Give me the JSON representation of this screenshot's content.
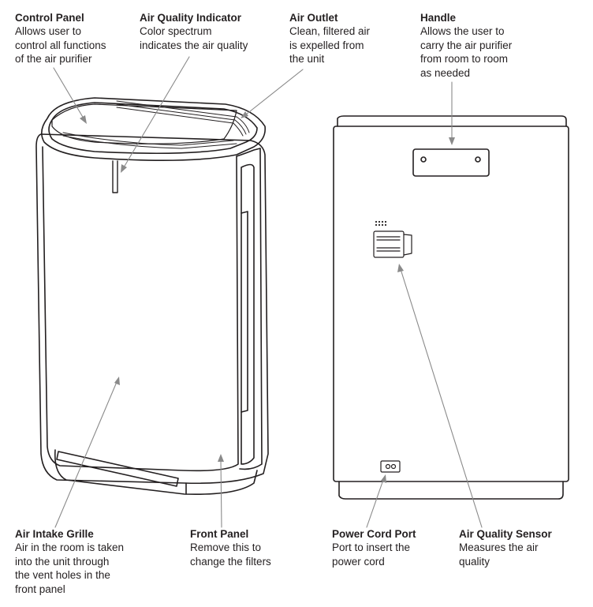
{
  "callouts": {
    "control_panel": {
      "title": "Control Panel",
      "text": "Allows user to\ncontrol all functions\nof the air purifier"
    },
    "air_quality_indicator": {
      "title": "Air Quality Indicator",
      "text": "Color spectrum\nindicates the air quality"
    },
    "air_outlet": {
      "title": "Air Outlet",
      "text": "Clean, filtered air\nis expelled from\nthe unit"
    },
    "handle": {
      "title": "Handle",
      "text": "Allows the user to\ncarry the air purifier\nfrom room to room\nas needed"
    },
    "air_intake_grille": {
      "title": "Air Intake Grille",
      "text": "Air in the room is taken\ninto the unit through\nthe vent holes in the\nfront panel"
    },
    "front_panel": {
      "title": "Front Panel",
      "text": "Remove this to\nchange the filters"
    },
    "power_cord_port": {
      "title": "Power Cord Port",
      "text": "Port to insert the\npower cord"
    },
    "air_quality_sensor": {
      "title": "Air Quality Sensor",
      "text": "Measures the air\nquality"
    }
  },
  "colors": {
    "ink": "#231f20",
    "leader": "#8a8a8a",
    "background": "#ffffff"
  }
}
